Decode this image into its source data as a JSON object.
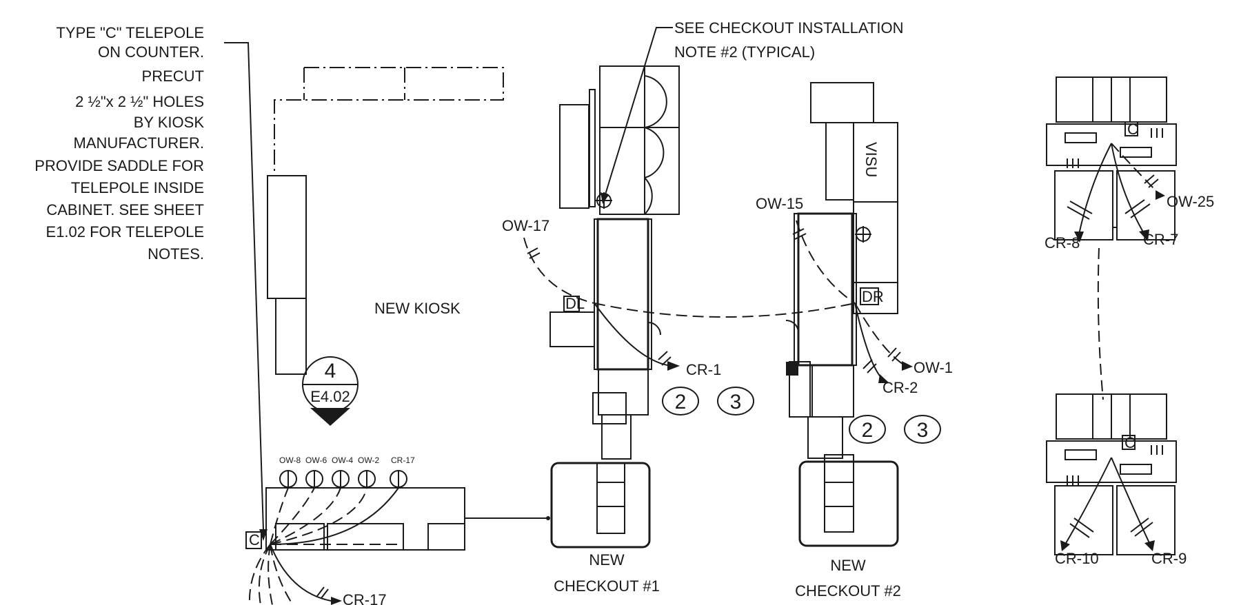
{
  "note_text": {
    "lines": [
      "TYPE \"C\" TELEPOLE",
      "ON COUNTER.",
      "PRECUT",
      "2 ½\"x 2 ½\" HOLES",
      "BY KIOSK",
      "MANUFACTURER.",
      "PROVIDE SADDLE FOR",
      "TELEPOLE INSIDE",
      "CABINET. SEE SHEET",
      "E1.02 FOR TELEPOLE",
      "NOTES."
    ]
  },
  "callout": {
    "line1": "SEE CHECKOUT INSTALLATION",
    "line2": "NOTE #2 (TYPICAL)"
  },
  "kiosk_label": "NEW KIOSK",
  "detail_bubble": {
    "number": "4",
    "sheet": "E4.02"
  },
  "checkout1": {
    "line1": "NEW",
    "line2": "CHECKOUT #1"
  },
  "checkout2": {
    "line1": "NEW",
    "line2": "CHECKOUT #2"
  },
  "visu": "VISU",
  "tags": {
    "dl": "DL",
    "dr": "DR",
    "c": "C"
  },
  "circuits": {
    "ow17": "OW-17",
    "ow15": "OW-15",
    "ow1": "OW-1",
    "ow25": "OW-25",
    "cr1": "CR-1",
    "cr2": "CR-2",
    "cr7": "CR-7",
    "cr8": "CR-8",
    "cr9": "CR-9",
    "cr10": "CR-10",
    "cr17": "CR-17",
    "k_ow8": "OW-8",
    "k_ow6": "OW-6",
    "k_ow4": "OW-4",
    "k_ow2": "OW-2",
    "k_cr17": "CR-17"
  },
  "keynotes": [
    "2",
    "3"
  ]
}
